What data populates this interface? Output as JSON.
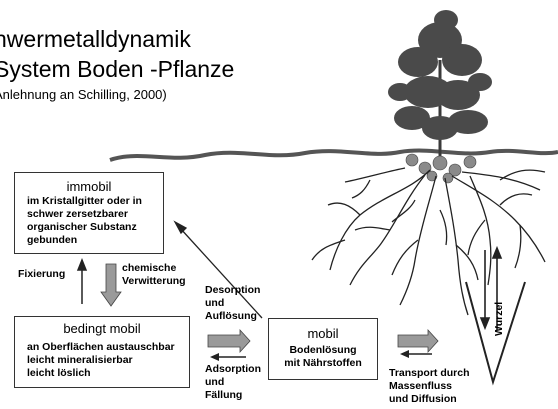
{
  "title": {
    "line1": "hwermetalldynamik",
    "line2": "System Boden  -Pflanze",
    "line3": "Anlehnung an Schilling, 2000)"
  },
  "boxes": {
    "immobil": {
      "title": "immobil",
      "lines": [
        "im Kristallgitter oder  in",
        "schwer zersetzbarer",
        "organischer Substanz",
        "gebunden"
      ]
    },
    "bedingt_mobil": {
      "title": "bedingt mobil",
      "lines": [
        "an Oberflächen austauschbar",
        "leicht mineralisierbar",
        "leicht löslich"
      ]
    },
    "mobil": {
      "title": "mobil",
      "lines": [
        "Bodenlösung",
        "mit Nährstoffen"
      ]
    }
  },
  "labels": {
    "fixierung": "Fixierung",
    "chem_verwitterung": [
      "chemische",
      "Verwitterung"
    ],
    "desorption": [
      "Desorption",
      "und",
      "Auflösung"
    ],
    "adsorption": [
      "Adsorption",
      "und",
      "Fällung"
    ],
    "transport": [
      "Transport durch",
      "Massenfluss",
      "und Diffusion"
    ],
    "wurzel": "Wurzel"
  },
  "colors": {
    "arrow_fill": "#9a9a9a",
    "line": "#222222",
    "soil": "#555555",
    "foliage": "#4a4a4a"
  }
}
